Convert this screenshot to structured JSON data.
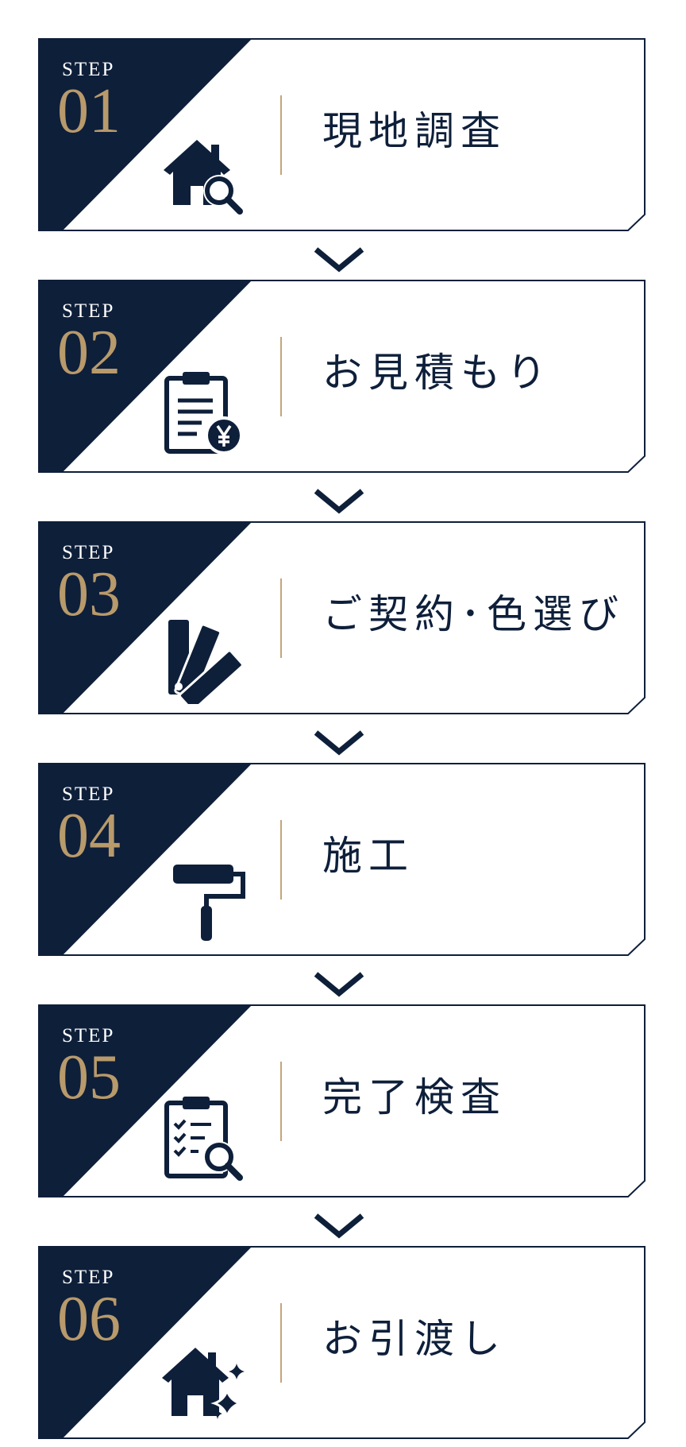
{
  "steps": [
    {
      "label": "STEP",
      "number": "01",
      "title": "現地調査",
      "icon": "house-search-icon"
    },
    {
      "label": "STEP",
      "number": "02",
      "title": "お見積もり",
      "icon": "clipboard-yen-icon"
    },
    {
      "label": "STEP",
      "number": "03",
      "title": "ご契約･色選び",
      "icon": "color-swatch-icon"
    },
    {
      "label": "STEP",
      "number": "04",
      "title": "施工",
      "icon": "paint-roller-icon"
    },
    {
      "label": "STEP",
      "number": "05",
      "title": "完了検査",
      "icon": "checklist-search-icon"
    },
    {
      "label": "STEP",
      "number": "06",
      "title": "お引渡し",
      "icon": "house-sparkle-icon"
    }
  ],
  "colors": {
    "navy": "#0e1f3a",
    "gold": "#b89a6b",
    "divider": "#c3a57a"
  }
}
